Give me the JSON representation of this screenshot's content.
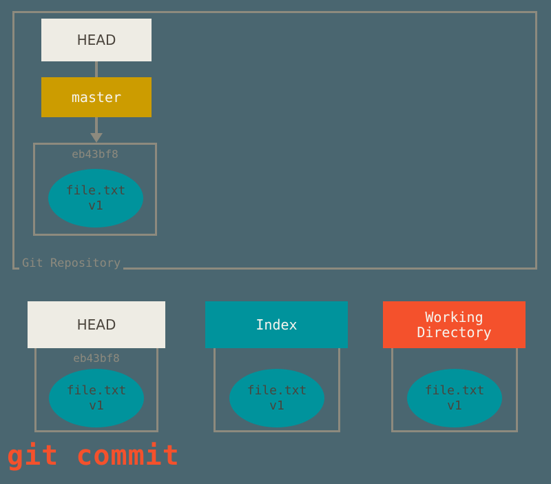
{
  "diagram": {
    "title": "git commit",
    "background_color": "#4a6670",
    "command_caption": "git commit",
    "command_color": "#f4512c",
    "repository": {
      "label": "Git Repository",
      "border_color": "#8d8a7e",
      "head": {
        "label": "HEAD",
        "fill": "#eeece4",
        "text_color": "#4a443c"
      },
      "branch": {
        "label": "master",
        "fill": "#cc9c00",
        "text_color": "#f6f4ee"
      },
      "commit": {
        "hash": "eb43bf8",
        "hash_color": "#8d8a7e",
        "file": "file.txt\nv1",
        "blob_fill": "#00939c",
        "blob_text_color": "#4a443c"
      },
      "connectors": [
        {
          "from": "HEAD",
          "to": "master",
          "arrowhead": false
        },
        {
          "from": "master",
          "to": "eb43bf8",
          "arrowhead": true
        }
      ]
    },
    "areas": [
      {
        "name": "HEAD",
        "header_label": "HEAD",
        "header_fill": "#eeece4",
        "header_text_color": "#4a443c",
        "hash": "eb43bf8",
        "file": "file.txt\nv1",
        "blob_fill": "#00939c",
        "blob_text_color": "#4a443c"
      },
      {
        "name": "Index",
        "header_label": "Index",
        "header_fill": "#00939c",
        "header_text_color": "#f6f4ee",
        "hash": "",
        "file": "file.txt\nv1",
        "blob_fill": "#00939c",
        "blob_text_color": "#4a443c"
      },
      {
        "name": "Working Directory",
        "header_label": "Working\nDirectory",
        "header_fill": "#f4512c",
        "header_text_color": "#f6f4ee",
        "hash": "",
        "file": "file.txt\nv1",
        "blob_fill": "#00939c",
        "blob_text_color": "#4a443c"
      }
    ]
  }
}
